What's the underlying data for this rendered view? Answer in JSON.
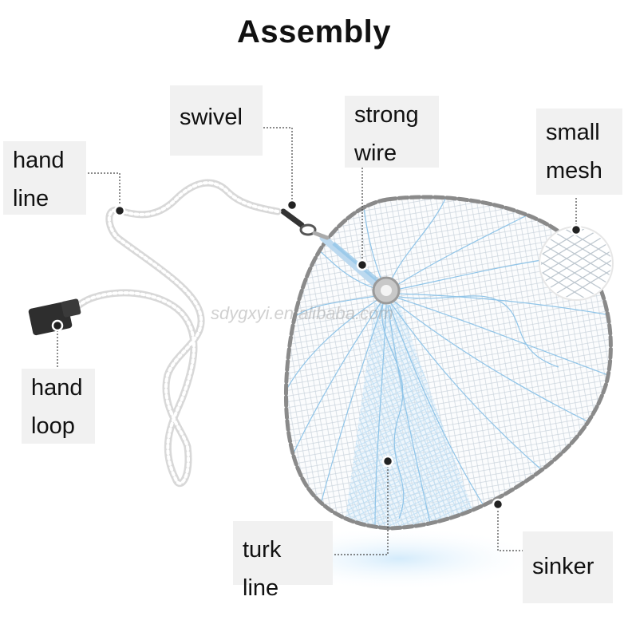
{
  "title": "Assembly",
  "watermark": "sdygxyi.en.alibaba.com",
  "labels": {
    "hand_line": [
      "hand",
      "line"
    ],
    "swivel": [
      "swivel"
    ],
    "strong_wire": [
      "strong",
      "wire"
    ],
    "small_mesh": [
      "small",
      "mesh"
    ],
    "hand_loop": [
      "hand",
      "loop"
    ],
    "turk_line": [
      "turk line"
    ],
    "sinker": [
      "sinker"
    ]
  },
  "colors": {
    "net_line": "#8fc4e8",
    "mesh_grid": "#c9d3dc",
    "rope": "#d8d8d8",
    "sinker": "#8a8a8a",
    "marker": "#222222"
  }
}
